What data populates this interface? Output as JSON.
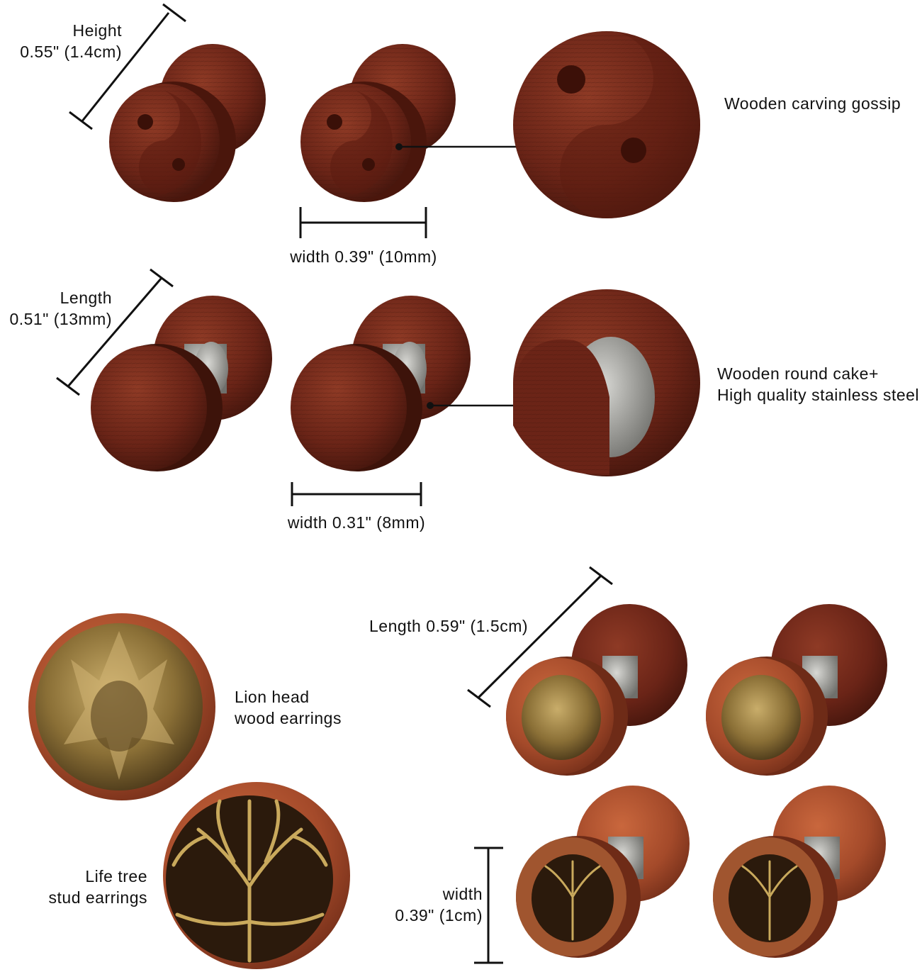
{
  "section1": {
    "height_label": "Height",
    "height_value": "0.55\" (1.4cm)",
    "width_label": "width 0.39\" (10mm)",
    "callout": "Wooden carving gossip"
  },
  "section2": {
    "length_label": "Length",
    "length_value": "0.51\" (13mm)",
    "width_label": "width 0.31\" (8mm)",
    "callout_line1": "Wooden round cake+",
    "callout_line2": "High quality stainless steel"
  },
  "section3": {
    "lion_line1": "Lion head",
    "lion_line2": "wood earrings",
    "tree_line1": "Life tree",
    "tree_line2": "stud earrings",
    "length_label": "Length 0.59\" (1.5cm)",
    "width_label": "width",
    "width_value": "0.39\" (1cm)"
  },
  "colors": {
    "wood_dark": "#5a1d12",
    "wood_mid": "#7d2c1b",
    "wood_light": "#b5532f",
    "bronze": "#a88a48",
    "steel": "#9a9a96"
  }
}
